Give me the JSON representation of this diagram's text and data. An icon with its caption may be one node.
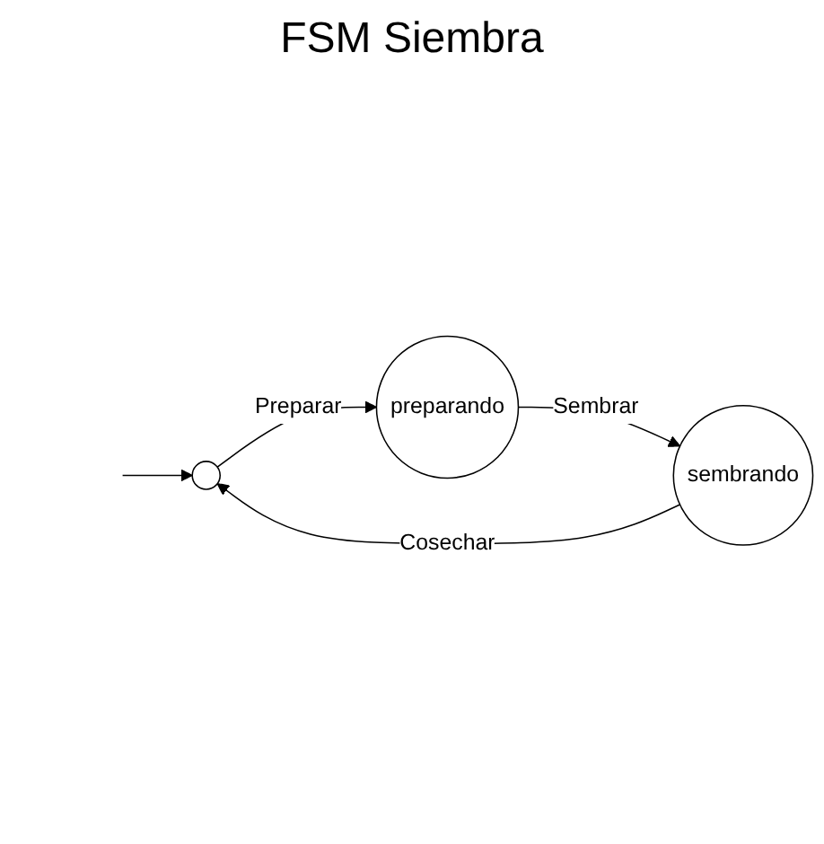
{
  "diagram": {
    "title": "FSM Siembra",
    "nodes": [
      {
        "text": [],
        "shape": "circle"
      },
      {
        "text": [
          "preparando"
        ]
      },
      {
        "text": [
          "sembrando"
        ]
      }
    ],
    "edges": [
      {
        "from": null,
        "to": 0,
        "arrow": "to"
      },
      {
        "from": 0,
        "to": 1,
        "label": "Preparar",
        "arrow": "to"
      },
      {
        "from": 1,
        "to": 2,
        "label": "Sembrar",
        "arrow": "to"
      },
      {
        "from": 2,
        "to": 0,
        "label": "Cosechar",
        "arrow": "to"
      }
    ]
  }
}
